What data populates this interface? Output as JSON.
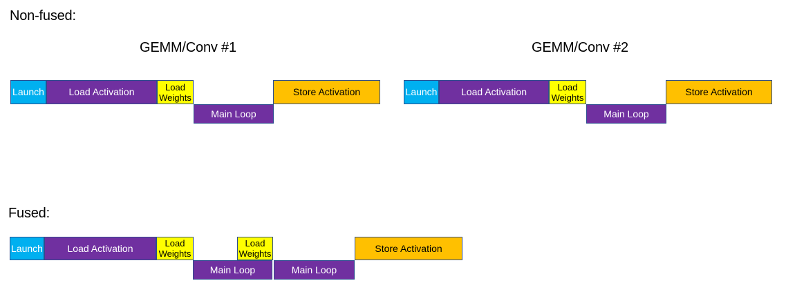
{
  "colors": {
    "launch": "#00B0F0",
    "activation_loop": "#7030A0",
    "weights": "#FFFF00",
    "store": "#FFC000",
    "outline": "#2E4E8F"
  },
  "sections": [
    {
      "label": "Non-fused:",
      "titles": [
        "GEMM/Conv #1",
        "GEMM/Conv #2"
      ],
      "bars": [
        {
          "label": "Launch",
          "type": "launch"
        },
        {
          "label": "Load Activation",
          "type": "load-activation"
        },
        {
          "label": "Load Weights",
          "type": "load-weights"
        },
        {
          "label": "Main Loop",
          "type": "main-loop"
        },
        {
          "label": "Store Activation",
          "type": "store-activation"
        },
        {
          "label": "Launch",
          "type": "launch"
        },
        {
          "label": "Load Activation",
          "type": "load-activation"
        },
        {
          "label": "Load Weights",
          "type": "load-weights"
        },
        {
          "label": "Main Loop",
          "type": "main-loop"
        },
        {
          "label": "Store Activation",
          "type": "store-activation"
        }
      ]
    },
    {
      "label": "Fused:",
      "titles": [],
      "bars": [
        {
          "label": "Launch",
          "type": "launch"
        },
        {
          "label": "Load Activation",
          "type": "load-activation"
        },
        {
          "label": "Load Weights",
          "type": "load-weights"
        },
        {
          "label": "Main Loop",
          "type": "main-loop"
        },
        {
          "label": "Load Weights",
          "type": "load-weights"
        },
        {
          "label": "Main Loop",
          "type": "main-loop"
        },
        {
          "label": "Store Activation",
          "type": "store-activation"
        }
      ]
    }
  ]
}
